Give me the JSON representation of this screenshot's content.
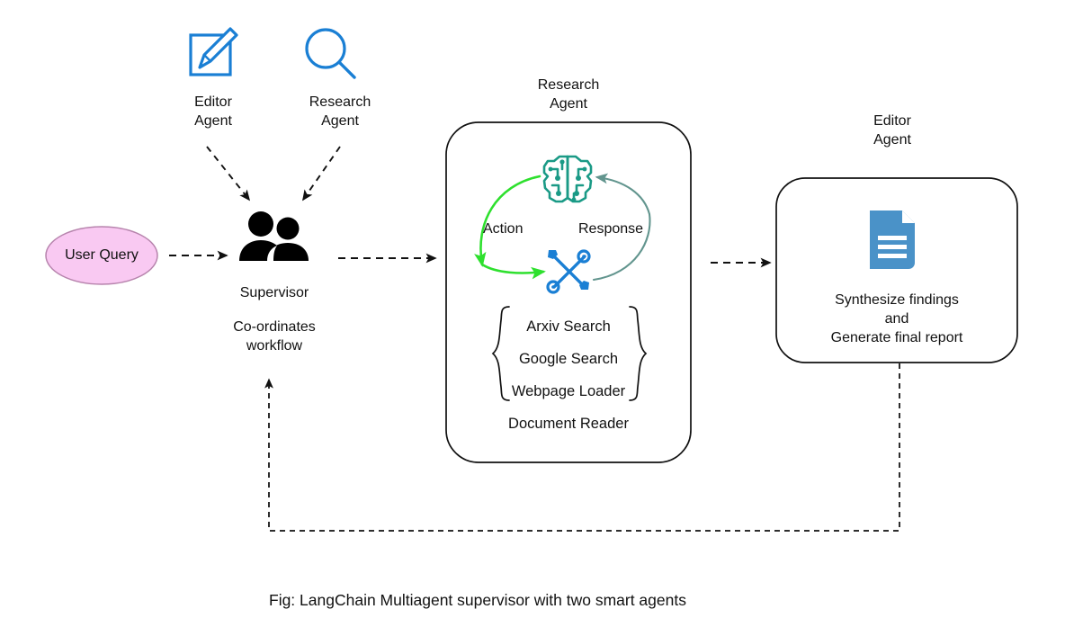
{
  "figure": {
    "caption": "Fig: LangChain Multiagent supervisor with two smart agents"
  },
  "top_agents": [
    {
      "name": "editor-agent-top",
      "icon": "pencil-square-icon",
      "label": "Editor\nAgent"
    },
    {
      "name": "research-agent-top",
      "icon": "magnifier-icon",
      "label": "Research\nAgent"
    }
  ],
  "user_query": {
    "label": "User Query",
    "fill": "#f9c9f2",
    "stroke": "#b784ad"
  },
  "supervisor": {
    "icon": "two-people-icon",
    "title": "Supervisor",
    "subtitle": "Co-ordinates\nworkflow"
  },
  "research_agent": {
    "title": "Research\nAgent",
    "brain_icon": "ai-brain-icon",
    "brain_color": "#1a9a86",
    "tools_icon": "wrench-screwdriver-icon",
    "tools_color": "#1a7fd4",
    "action_label": "Action",
    "action_color": "#2ee02e",
    "response_label": "Response",
    "response_color": "#4f8f88",
    "tools": [
      "Arxiv Search",
      "Google Search",
      "Webpage Loader",
      "Document Reader"
    ]
  },
  "editor_agent": {
    "title": "Editor\nAgent",
    "doc_icon": "document-lines-icon",
    "doc_color": "#4a92c8",
    "body": "Synthesize findings\nand\nGenerate final report"
  },
  "connectors": [
    {
      "name": "edge-editor-to-supervisor",
      "style": "dashed-arrow"
    },
    {
      "name": "edge-research-to-supervisor",
      "style": "dashed-arrow"
    },
    {
      "name": "edge-userquery-to-supervisor",
      "style": "dashed-arrow"
    },
    {
      "name": "edge-supervisor-to-research-box",
      "style": "dashed-arrow"
    },
    {
      "name": "edge-research-box-to-editor-box",
      "style": "dashed-arrow"
    },
    {
      "name": "edge-editor-feedback-to-supervisor",
      "style": "dashed-arrow"
    }
  ],
  "palette": {
    "accent_blue": "#1a7fd4",
    "icon_blue": "#4a92c8",
    "teal": "#1a9a86",
    "green": "#2ee02e",
    "stroke_black": "#111111",
    "pink": "#f9c9f2"
  }
}
